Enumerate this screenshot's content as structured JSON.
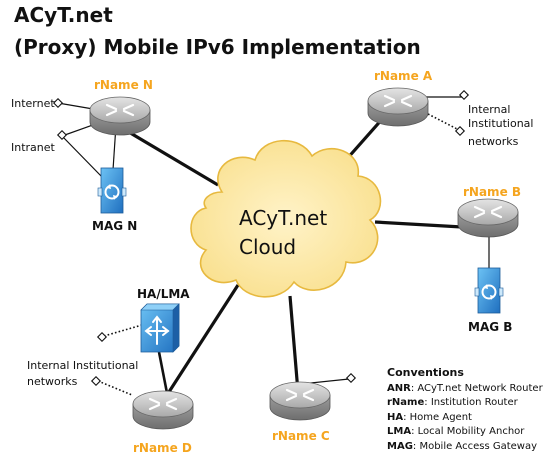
{
  "header": {
    "line1": "ACyT.net",
    "line2": "(Proxy) Mobile IPv6 Implementation"
  },
  "cloud": {
    "line1": "ACyT.net",
    "line2": "Cloud"
  },
  "routers": {
    "n": "rName N",
    "a": "rName A",
    "b": "rName B",
    "c": "rName C",
    "d": "rName D"
  },
  "devices": {
    "mag_n": "MAG N",
    "mag_b": "MAG B",
    "ha_lma": "HA/LMA"
  },
  "networks": {
    "internet": "Internet",
    "intranet": "Intranet",
    "a_line1": "Internal",
    "a_line2": "Institutional",
    "a_line3": "networks",
    "d_line1": "Internal Institutional",
    "d_line2": "networks"
  },
  "conventions": {
    "title": "Conventions",
    "items": [
      {
        "abbr": "ANR",
        "desc": ": ACyT.net Network Router"
      },
      {
        "abbr": "rName",
        "desc": ": Institution Router"
      },
      {
        "abbr": "HA",
        "desc": ": Home Agent"
      },
      {
        "abbr": "LMA",
        "desc": ": Local Mobility Anchor"
      },
      {
        "abbr": "MAG",
        "desc": ": Mobile Access Gateway"
      }
    ]
  },
  "colors": {
    "router_label": "#f5a51f",
    "cloud_fill": "#fce8a8",
    "cloud_stroke": "#e7b93f",
    "mag_blue": "#2f8fd8",
    "ha_blue": "#3a8fd6"
  }
}
